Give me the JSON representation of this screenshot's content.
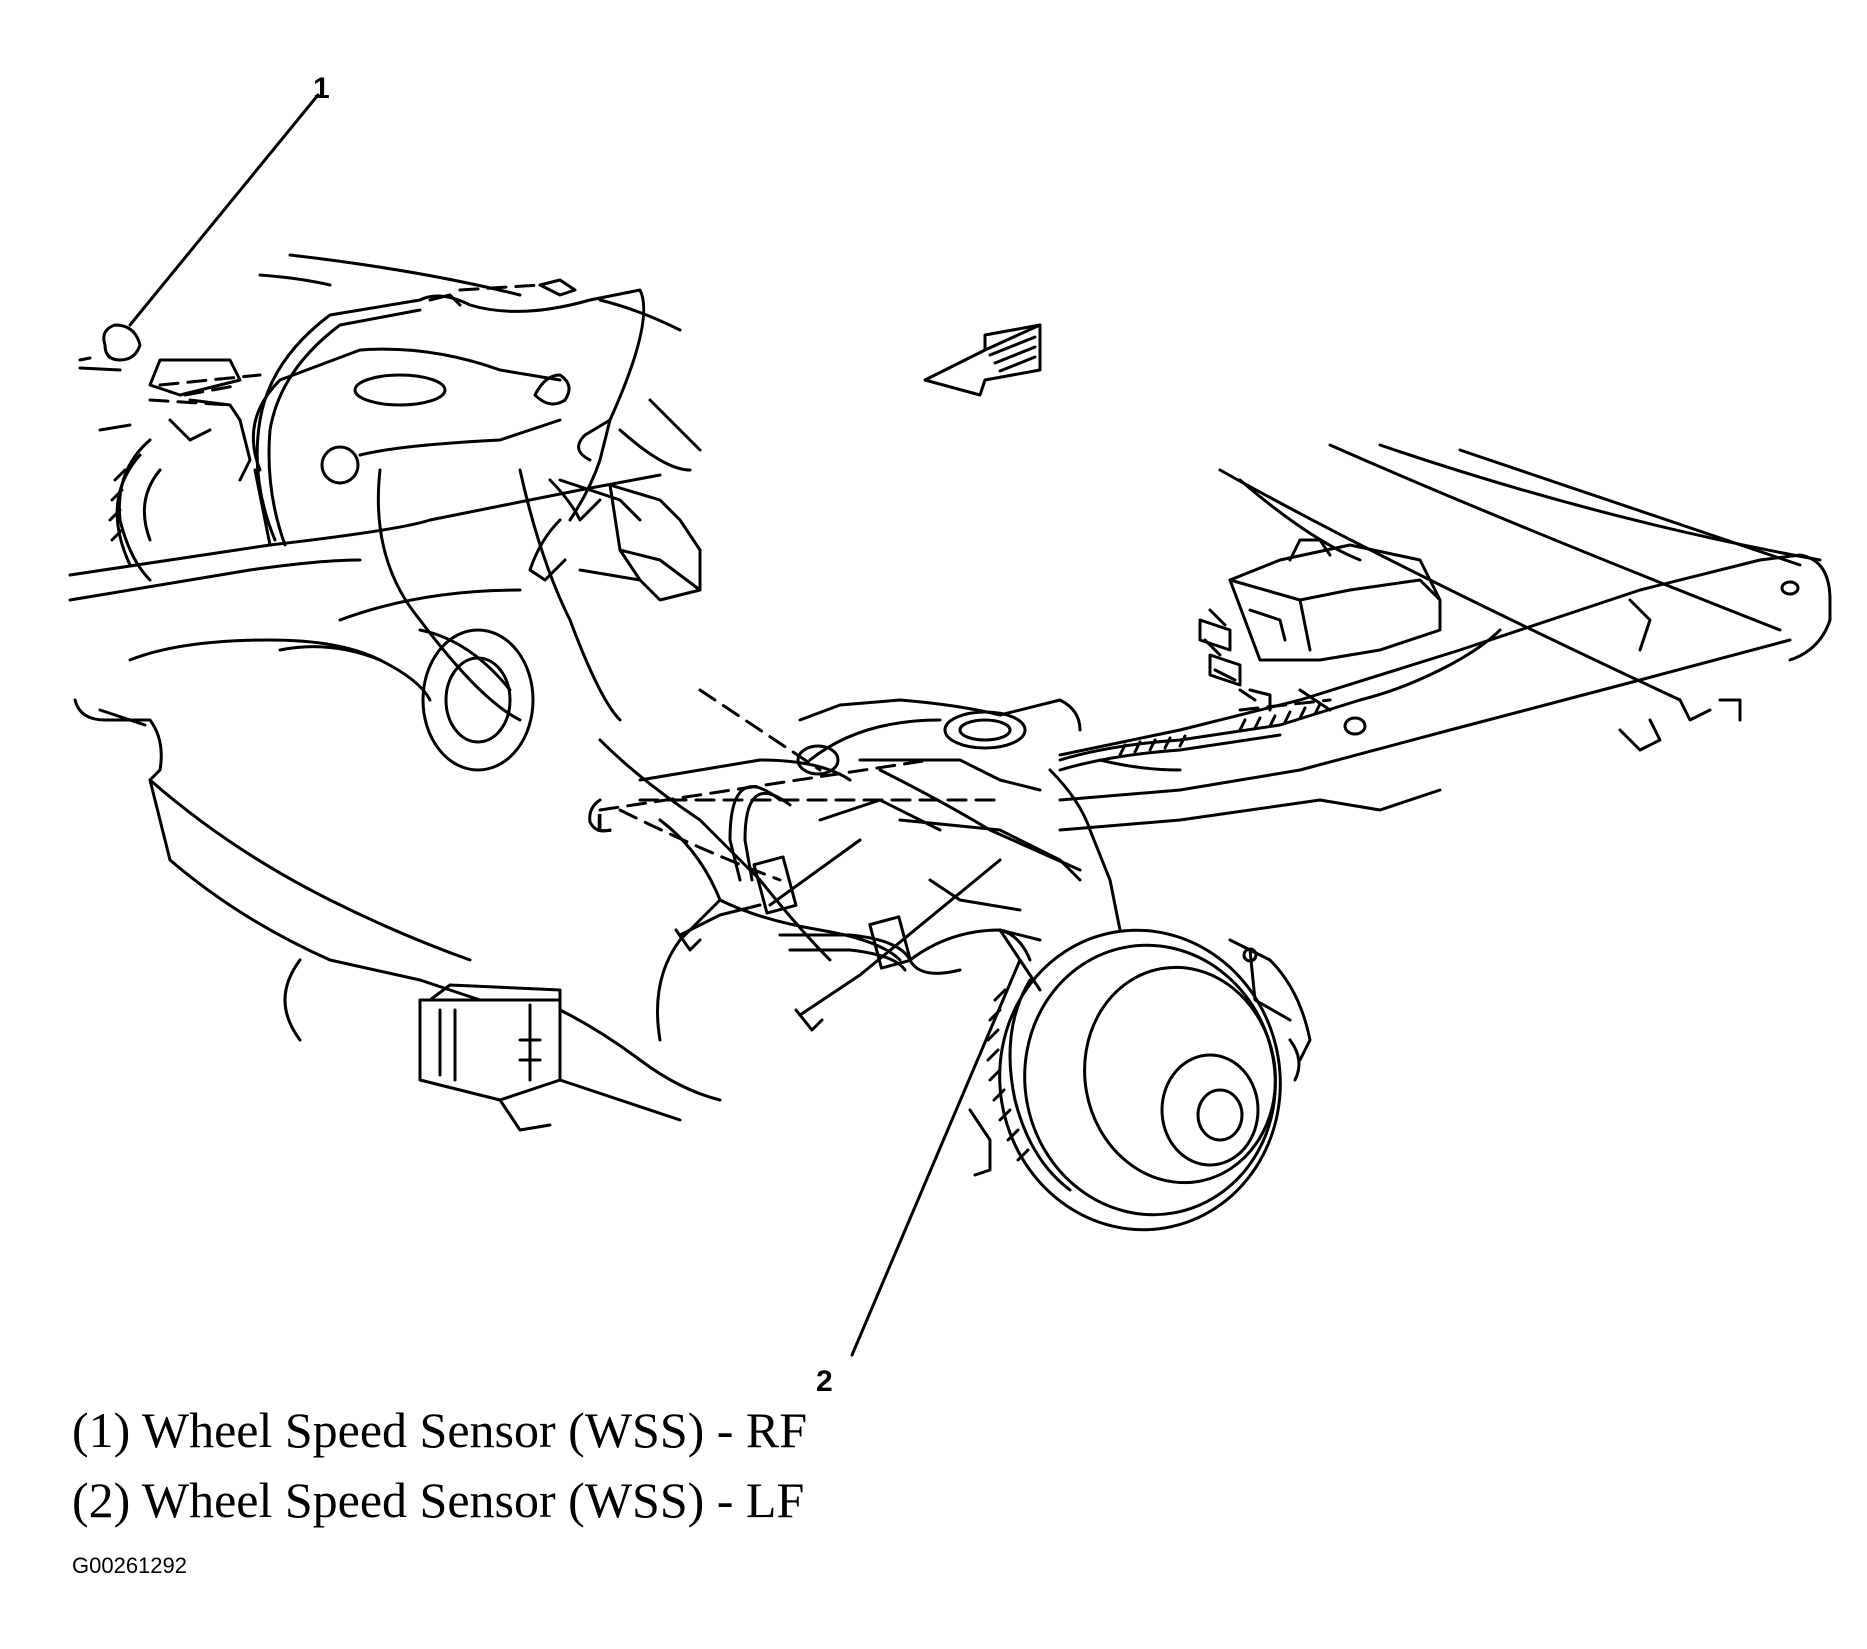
{
  "callouts": [
    {
      "number": "1"
    },
    {
      "number": "2"
    }
  ],
  "legend": [
    {
      "text": "(1) Wheel Speed Sensor (WSS) - RF"
    },
    {
      "text": "(2) Wheel Speed Sensor (WSS) - LF"
    }
  ],
  "centerline_mark": "L",
  "figure_id": "G00261292"
}
